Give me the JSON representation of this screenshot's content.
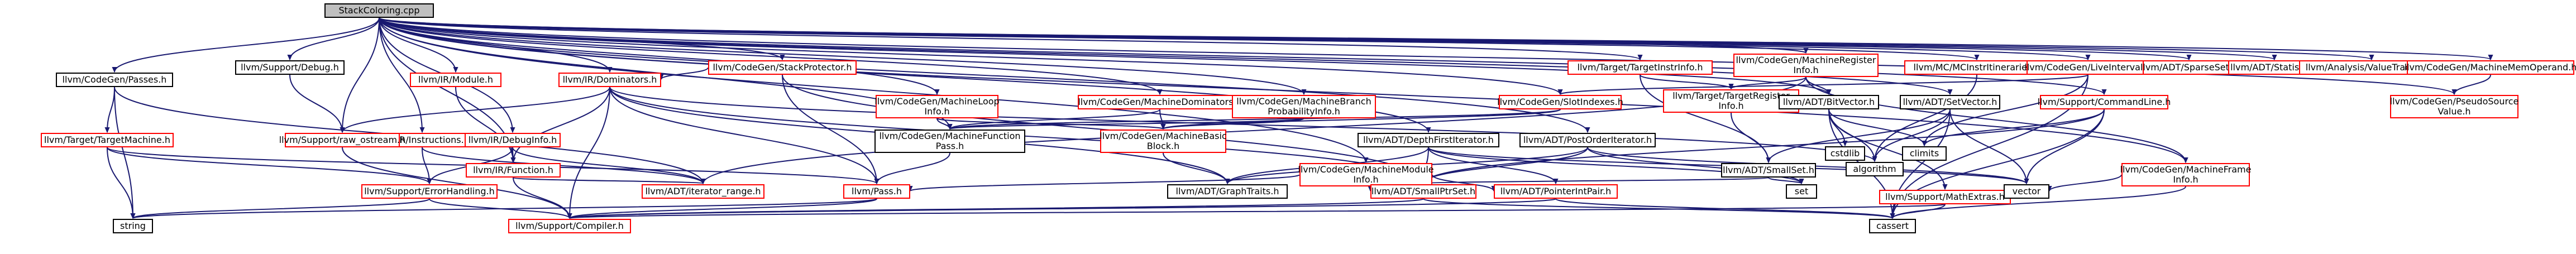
{
  "colors": {
    "edge": "#191970",
    "node_border": "#000000",
    "missing_border": "#ff0000",
    "root_fill": "#bfbfbf"
  },
  "nodes": [
    {
      "id": "root",
      "label": "StackColoring.cpp",
      "kind": "root"
    },
    {
      "id": "debug",
      "label": "llvm/Support/Debug.h",
      "kind": "normal"
    },
    {
      "id": "passes",
      "label": "llvm/CodeGen/Passes.h",
      "kind": "normal"
    },
    {
      "id": "stackprot",
      "label": "llvm/CodeGen/StackProtector.h",
      "kind": "missing"
    },
    {
      "id": "module",
      "label": "llvm/IR/Module.h",
      "kind": "missing"
    },
    {
      "id": "dominators",
      "label": "llvm/IR/Dominators.h",
      "kind": "missing"
    },
    {
      "id": "tti",
      "label": "llvm/Target/TargetInstrInfo.h",
      "kind": "missing"
    },
    {
      "id": "mri",
      "label": "llvm/CodeGen/MachineRegister\nInfo.h",
      "kind": "missing"
    },
    {
      "id": "mcinstrit",
      "label": "llvm/MC/MCInstrItineraries.h",
      "kind": "missing"
    },
    {
      "id": "liveinterval",
      "label": "llvm/CodeGen/LiveInterval.h",
      "kind": "missing"
    },
    {
      "id": "sparseset",
      "label": "llvm/ADT/SparseSet.h",
      "kind": "missing"
    },
    {
      "id": "statistic",
      "label": "llvm/ADT/Statistic.h",
      "kind": "missing"
    },
    {
      "id": "valuetracking",
      "label": "llvm/Analysis/ValueTracking.h",
      "kind": "missing"
    },
    {
      "id": "memoperand",
      "label": "llvm/CodeGen/MachineMemOperand.h",
      "kind": "missing"
    },
    {
      "id": "targetmachine",
      "label": "llvm/Target/TargetMachine.h",
      "kind": "missing"
    },
    {
      "id": "instructions",
      "label": "llvm/IR/Instructions.h",
      "kind": "missing"
    },
    {
      "id": "debuginfo",
      "label": "llvm/IR/DebugInfo.h",
      "kind": "missing"
    },
    {
      "id": "function",
      "label": "llvm/IR/Function.h",
      "kind": "missing"
    },
    {
      "id": "rawostream",
      "label": "llvm/Support/raw_ostream.h",
      "kind": "missing"
    },
    {
      "id": "looppinfo",
      "label": "llvm/CodeGen/MachineLoop\nInfo.h",
      "kind": "missing"
    },
    {
      "id": "machinedom",
      "label": "llvm/CodeGen/MachineDominators.h",
      "kind": "missing"
    },
    {
      "id": "branchprob",
      "label": "llvm/CodeGen/MachineBranch\nProbabilityInfo.h",
      "kind": "missing"
    },
    {
      "id": "slotindexes",
      "label": "llvm/CodeGen/SlotIndexes.h",
      "kind": "missing"
    },
    {
      "id": "mfpass",
      "label": "llvm/CodeGen/MachineFunction\nPass.h",
      "kind": "normal"
    },
    {
      "id": "mbb",
      "label": "llvm/CodeGen/MachineBasic\nBlock.h",
      "kind": "missing"
    },
    {
      "id": "mminfo",
      "label": "llvm/CodeGen/MachineModule\nInfo.h",
      "kind": "missing"
    },
    {
      "id": "dfiter",
      "label": "llvm/ADT/DepthFirstIterator.h",
      "kind": "normal"
    },
    {
      "id": "postorder",
      "label": "llvm/ADT/PostOrderIterator.h",
      "kind": "normal"
    },
    {
      "id": "targetreg",
      "label": "llvm/Target/TargetRegister\nInfo.h",
      "kind": "missing"
    },
    {
      "id": "bitvector",
      "label": "llvm/ADT/BitVector.h",
      "kind": "normal"
    },
    {
      "id": "setvector",
      "label": "llvm/ADT/SetVector.h",
      "kind": "normal"
    },
    {
      "id": "cmdline",
      "label": "llvm/Support/CommandLine.h",
      "kind": "missing"
    },
    {
      "id": "pseudosrc",
      "label": "llvm/CodeGen/PseudoSource\nValue.h",
      "kind": "missing"
    },
    {
      "id": "mframeinfo",
      "label": "llvm/CodeGen/MachineFrame\nInfo.h",
      "kind": "missing"
    },
    {
      "id": "smallset",
      "label": "llvm/ADT/SmallSet.h",
      "kind": "normal"
    },
    {
      "id": "cstdlib",
      "label": "cstdlib",
      "kind": "normal"
    },
    {
      "id": "algorithm",
      "label": "algorithm",
      "kind": "normal"
    },
    {
      "id": "climits",
      "label": "climits",
      "kind": "normal"
    },
    {
      "id": "errorhandling",
      "label": "llvm/Support/ErrorHandling.h",
      "kind": "missing"
    },
    {
      "id": "iterrange",
      "label": "llvm/ADT/iterator_range.h",
      "kind": "missing"
    },
    {
      "id": "pass",
      "label": "llvm/Pass.h",
      "kind": "missing"
    },
    {
      "id": "graphtraits",
      "label": "llvm/ADT/GraphTraits.h",
      "kind": "normal"
    },
    {
      "id": "smallptrset",
      "label": "llvm/ADT/SmallPtrSet.h",
      "kind": "missing"
    },
    {
      "id": "pointerintpair",
      "label": "llvm/ADT/PointerIntPair.h",
      "kind": "missing"
    },
    {
      "id": "set",
      "label": "set",
      "kind": "normal"
    },
    {
      "id": "mathextras",
      "label": "llvm/Support/MathExtras.h",
      "kind": "missing"
    },
    {
      "id": "vector",
      "label": "vector",
      "kind": "normal"
    },
    {
      "id": "string",
      "label": "string",
      "kind": "normal"
    },
    {
      "id": "compiler",
      "label": "llvm/Support/Compiler.h",
      "kind": "missing"
    },
    {
      "id": "cassert",
      "label": "cassert",
      "kind": "normal"
    }
  ],
  "edges": [
    [
      "root",
      "debug"
    ],
    [
      "root",
      "passes"
    ],
    [
      "root",
      "stackprot"
    ],
    [
      "root",
      "module"
    ],
    [
      "root",
      "dominators"
    ],
    [
      "root",
      "tti"
    ],
    [
      "root",
      "mri"
    ],
    [
      "root",
      "mcinstrit"
    ],
    [
      "root",
      "liveinterval"
    ],
    [
      "root",
      "sparseset"
    ],
    [
      "root",
      "statistic"
    ],
    [
      "root",
      "valuetracking"
    ],
    [
      "root",
      "memoperand"
    ],
    [
      "root",
      "debuginfo"
    ],
    [
      "root",
      "function"
    ],
    [
      "root",
      "instructions"
    ],
    [
      "root",
      "rawostream"
    ],
    [
      "root",
      "looppinfo"
    ],
    [
      "root",
      "machinedom"
    ],
    [
      "root",
      "branchprob"
    ],
    [
      "root",
      "slotindexes"
    ],
    [
      "root",
      "mfpass"
    ],
    [
      "root",
      "mminfo"
    ],
    [
      "root",
      "dfiter"
    ],
    [
      "root",
      "postorder"
    ],
    [
      "root",
      "bitvector"
    ],
    [
      "root",
      "setvector"
    ],
    [
      "root",
      "cmdline"
    ],
    [
      "root",
      "mframeinfo"
    ],
    [
      "root",
      "pseudosrc"
    ],
    [
      "debug",
      "rawostream"
    ],
    [
      "passes",
      "targetmachine"
    ],
    [
      "passes",
      "string"
    ],
    [
      "passes",
      "iterrange"
    ],
    [
      "stackprot",
      "dominators"
    ],
    [
      "stackprot",
      "pass"
    ],
    [
      "stackprot",
      "smallptrset"
    ],
    [
      "module",
      "function"
    ],
    [
      "dominators",
      "function"
    ],
    [
      "dominators",
      "rawostream"
    ],
    [
      "dominators",
      "pass"
    ],
    [
      "dominators",
      "compiler"
    ],
    [
      "dominators",
      "graphtraits"
    ],
    [
      "dominators",
      "smallptrset"
    ],
    [
      "dominators",
      "algorithm"
    ],
    [
      "tti",
      "targetreg"
    ],
    [
      "tti",
      "smallset"
    ],
    [
      "mri",
      "targetreg"
    ],
    [
      "mri",
      "bitvector"
    ],
    [
      "mri",
      "iterrange"
    ],
    [
      "mri",
      "mframeinfo"
    ],
    [
      "mcinstrit",
      "algorithm"
    ],
    [
      "liveinterval",
      "slotindexes"
    ],
    [
      "liveinterval",
      "climits"
    ],
    [
      "liveinterval",
      "cassert"
    ],
    [
      "memoperand",
      "pseudosrc"
    ],
    [
      "targetmachine",
      "pass"
    ],
    [
      "targetmachine",
      "errorhandling"
    ],
    [
      "targetmachine",
      "string"
    ],
    [
      "instructions",
      "errorhandling"
    ],
    [
      "instructions",
      "iterrange"
    ],
    [
      "debuginfo",
      "function"
    ],
    [
      "debuginfo",
      "errorhandling"
    ],
    [
      "debuginfo",
      "iterrange"
    ],
    [
      "function",
      "iterrange"
    ],
    [
      "function",
      "compiler"
    ],
    [
      "rawostream",
      "compiler"
    ],
    [
      "looppinfo",
      "mfpass"
    ],
    [
      "looppinfo",
      "mbb"
    ],
    [
      "machinedom",
      "mbb"
    ],
    [
      "machinedom",
      "mfpass"
    ],
    [
      "branchprob",
      "mbb"
    ],
    [
      "branchprob",
      "mfpass"
    ],
    [
      "slotindexes",
      "mbb"
    ],
    [
      "slotindexes",
      "mfpass"
    ],
    [
      "mfpass",
      "pass"
    ],
    [
      "mbb",
      "graphtraits"
    ],
    [
      "mminfo",
      "pass"
    ],
    [
      "mminfo",
      "smallptrset"
    ],
    [
      "mminfo",
      "pointerintpair"
    ],
    [
      "dfiter",
      "graphtraits"
    ],
    [
      "dfiter",
      "smallptrset"
    ],
    [
      "dfiter",
      "pointerintpair"
    ],
    [
      "dfiter",
      "set"
    ],
    [
      "dfiter",
      "vector"
    ],
    [
      "postorder",
      "graphtraits"
    ],
    [
      "postorder",
      "smallptrset"
    ],
    [
      "postorder",
      "set"
    ],
    [
      "postorder",
      "vector"
    ],
    [
      "targetreg",
      "smallset"
    ],
    [
      "bitvector",
      "cstdlib"
    ],
    [
      "bitvector",
      "algorithm"
    ],
    [
      "bitvector",
      "climits"
    ],
    [
      "bitvector",
      "mathextras"
    ],
    [
      "bitvector",
      "cassert"
    ],
    [
      "setvector",
      "smallset"
    ],
    [
      "setvector",
      "algorithm"
    ],
    [
      "setvector",
      "vector"
    ],
    [
      "setvector",
      "cassert"
    ],
    [
      "cmdline",
      "smallptrset"
    ],
    [
      "cmdline",
      "climits"
    ],
    [
      "cmdline",
      "vector"
    ],
    [
      "cmdline",
      "cassert"
    ],
    [
      "mframeinfo",
      "vector"
    ],
    [
      "mframeinfo",
      "cassert"
    ],
    [
      "smallset",
      "smallptrset"
    ],
    [
      "smallset",
      "set"
    ],
    [
      "errorhandling",
      "compiler"
    ],
    [
      "errorhandling",
      "string"
    ],
    [
      "pass",
      "compiler"
    ],
    [
      "pass",
      "string"
    ],
    [
      "smallptrset",
      "compiler"
    ],
    [
      "smallptrset",
      "cassert"
    ],
    [
      "pointerintpair",
      "compiler"
    ],
    [
      "pointerintpair",
      "cassert"
    ],
    [
      "mathextras",
      "compiler"
    ],
    [
      "mathextras",
      "cassert"
    ]
  ]
}
